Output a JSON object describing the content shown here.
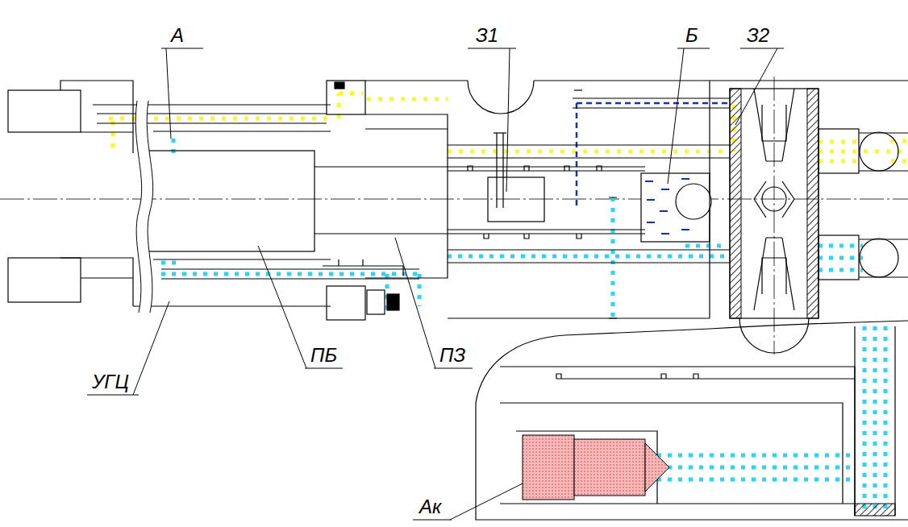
{
  "diagram": {
    "labels": [
      "А",
      "З1",
      "Б",
      "З2",
      "УГЦ",
      "ПБ",
      "ПЗ",
      "Ак"
    ]
  }
}
